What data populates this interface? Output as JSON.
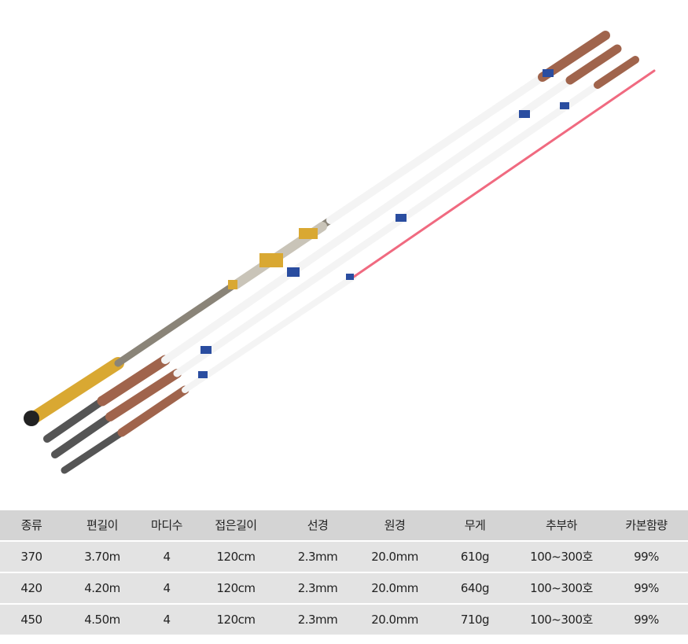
{
  "product_image": {
    "subject": "fishing-rod-set",
    "colors": {
      "blank": "#f4f4f4",
      "grip": "#a0644c",
      "gold": "#d9a832",
      "tip": "#f06a80",
      "butt": "#555555"
    }
  },
  "spec_table": {
    "headers": [
      "종류",
      "편길이",
      "마디수",
      "접은길이",
      "선경",
      "원경",
      "무게",
      "추부하",
      "카본함량"
    ],
    "rows": [
      [
        "370",
        "3.70m",
        "4",
        "120cm",
        "2.3mm",
        "20.0mm",
        "610g",
        "100~300호",
        "99%"
      ],
      [
        "420",
        "4.20m",
        "4",
        "120cm",
        "2.3mm",
        "20.0mm",
        "640g",
        "100~300호",
        "99%"
      ],
      [
        "450",
        "4.50m",
        "4",
        "120cm",
        "2.3mm",
        "20.0mm",
        "710g",
        "100~300호",
        "99%"
      ]
    ]
  }
}
